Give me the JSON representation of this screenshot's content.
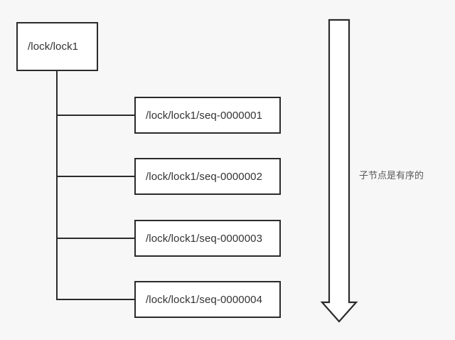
{
  "diagram": {
    "title": "zookeeper-sequential-lock-nodes",
    "background_color": "#f7f7f7",
    "box_fill": "#ffffff",
    "box_border_color": "#2b2b2b",
    "connector_color": "#2b2b2b",
    "annotation_color": "#595959",
    "root": {
      "label": "/lock/lock1"
    },
    "children": [
      {
        "label": "/lock/lock1/seq-0000001"
      },
      {
        "label": "/lock/lock1/seq-0000002"
      },
      {
        "label": "/lock/lock1/seq-0000003"
      },
      {
        "label": "/lock/lock1/seq-0000004"
      }
    ],
    "annotation": {
      "text": "子节点是有序的",
      "arrow_direction": "down",
      "arrow_style": "hollow-outline"
    }
  }
}
